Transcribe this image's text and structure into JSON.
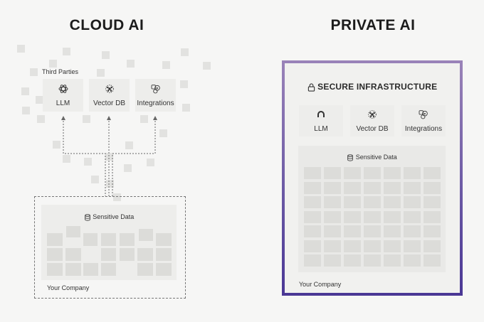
{
  "left": {
    "heading": "CLOUD AI",
    "third_parties_label": "Third Parties",
    "services": [
      {
        "label": "LLM",
        "icon": "openai-icon"
      },
      {
        "label": "Vector DB",
        "icon": "vector-db-icon"
      },
      {
        "label": "Integrations",
        "icon": "integrations-icon"
      }
    ],
    "sensitive_data_label": "Sensitive Data",
    "company_label": "Your Company"
  },
  "right": {
    "heading": "PRIVATE AI",
    "infra_label": "SECURE INFRASTRUCTURE",
    "services": [
      {
        "label": "LLM",
        "icon": "llm-icon"
      },
      {
        "label": "Vector DB",
        "icon": "vector-db-icon"
      },
      {
        "label": "Integrations",
        "icon": "integrations-icon"
      }
    ],
    "sensitive_data_label": "Sensitive Data",
    "company_label": "Your Company"
  },
  "colors": {
    "frame_gradient_top": "#9a83b8",
    "frame_gradient_bottom": "#4a3795",
    "cell": "#dcdcd9",
    "card": "#ededeb"
  }
}
